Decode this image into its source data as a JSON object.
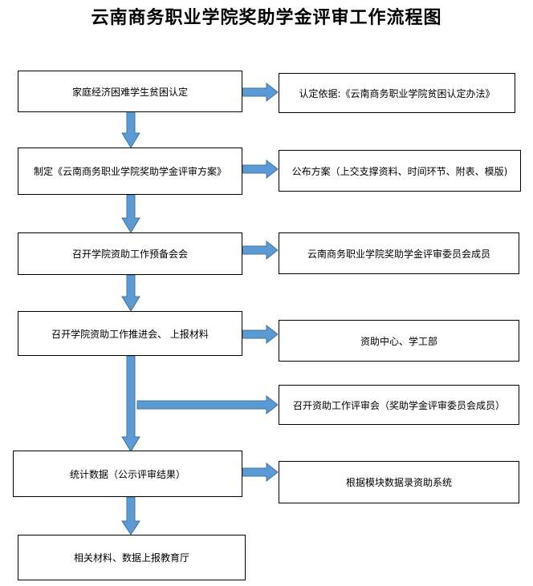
{
  "title": "云南商务职业学院奖助学金评审工作流程图",
  "colors": {
    "arrow_fill": "#5b9bd5",
    "arrow_stroke": "#41719c",
    "box_border": "#000000"
  },
  "steps": [
    {
      "label": "家庭经济困难学生贫困认定"
    },
    {
      "label": "制定《云南商务职业学院奖助学金评审方案》"
    },
    {
      "label": "召开学院资助工作预备会会"
    },
    {
      "label": "召开学院资助工作推进会、 上报材料"
    },
    {
      "label": "统计数据（公示评审结果）"
    },
    {
      "label": "相关材料、数据上报教育厅"
    }
  ],
  "notes": [
    {
      "label": "认定依据:《云南商务职业学院贫困认定办法》"
    },
    {
      "label": "公布方案（上交支撑资料、时间环节、附表、模版)"
    },
    {
      "label": "云南商务职业学院奖助学金评审委员会成员"
    },
    {
      "label": "资助中心、学工部"
    },
    {
      "label": "召开资助工作评审会（奖助学金评审委员会成员）"
    },
    {
      "label": "根据模块数据录资助系统"
    }
  ]
}
